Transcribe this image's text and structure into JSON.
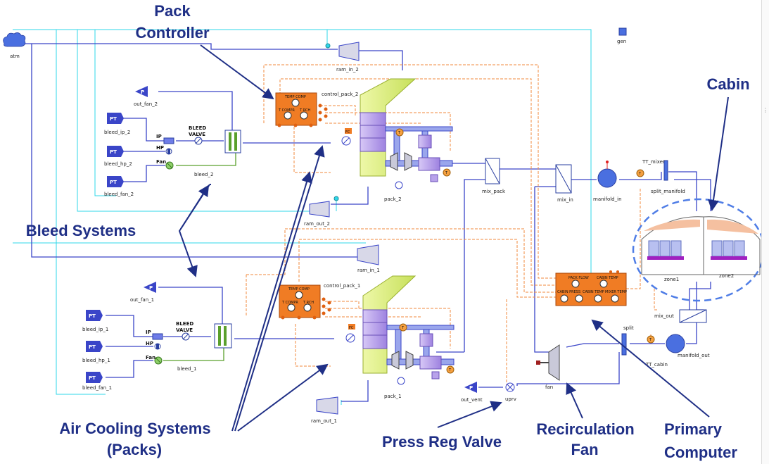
{
  "callouts": {
    "pack_controller_1": "Pack",
    "pack_controller_2": "Controller",
    "cabin": "Cabin",
    "bleed_systems": "Bleed Systems",
    "air_cooling_1": "Air Cooling Systems",
    "air_cooling_2": "(Packs)",
    "press_reg_valve": "Press Reg Valve",
    "recirc_fan_1": "Recirculation",
    "recirc_fan_2": "Fan",
    "primary_computer_1": "Primary",
    "primary_computer_2": "Computer"
  },
  "labels": {
    "atm": "atm",
    "gen": "gen",
    "ram_in_2": "ram_in_2",
    "ram_in_1": "ram_in_1",
    "ram_out_2": "ram_out_2",
    "ram_out_1": "ram_out_1",
    "out_fan_2": "out_fan_2",
    "out_fan_1": "out_fan_1",
    "bleed_ip_2": "bleed_ip_2",
    "bleed_hp_2": "bleed_hp_2",
    "bleed_fan_2": "bleed_fan_2",
    "bleed_ip_1": "bleed_ip_1",
    "bleed_hp_1": "bleed_hp_1",
    "bleed_fan_1": "bleed_fan_1",
    "bleed_2": "bleed_2",
    "bleed_1": "bleed_1",
    "ip": "IP",
    "hp": "HP",
    "fan": "Fan",
    "bleed_valve_1": "BLEED",
    "bleed_valve_2": "VALVE",
    "control_pack_2": "control_pack_2",
    "control_pack_1": "control_pack_1",
    "pack_2": "pack_2",
    "pack_1": "pack_1",
    "mix_pack": "mix_pack",
    "mix_in": "mix_in",
    "manifold_in": "manifold_in",
    "tt_mixer": "TT_mixer",
    "split_manifold": "split_manifold",
    "zone1": "zone1",
    "zone2": "zone2",
    "mix_out": "mix_out",
    "split": "split",
    "tt_cabin": "TT_cabin",
    "manifold_out": "manifold_out",
    "fan_label": "fan",
    "uprv": "uprv",
    "out_vent": "out_vent",
    "pt": "PT",
    "p": "P",
    "t": "T",
    "fc": "FC",
    "tempcomp": "TEMP COMP",
    "tcompr": "T COMPR",
    "t_rch": "T RCH",
    "pc_pack_flow": "PACK FLOW",
    "pc_cabin_temp": "CABIN TEMP",
    "pc_cabin_press": "CABIN PRESS",
    "pc_duct_temp": "CABIN TEMP",
    "pc_mixer_temp": "MIXER TEMP"
  },
  "colors": {
    "callout": "#1f2f86",
    "pipe": "#3a45c8",
    "signal": "#f08a3c",
    "cyan": "#2fd7e8",
    "controller": "#f07c24",
    "hx": "#d9ee7a",
    "compressor": "#b8a2ea",
    "bleed_green": "#5aa02c",
    "cabin_border": "#4f7de6"
  }
}
